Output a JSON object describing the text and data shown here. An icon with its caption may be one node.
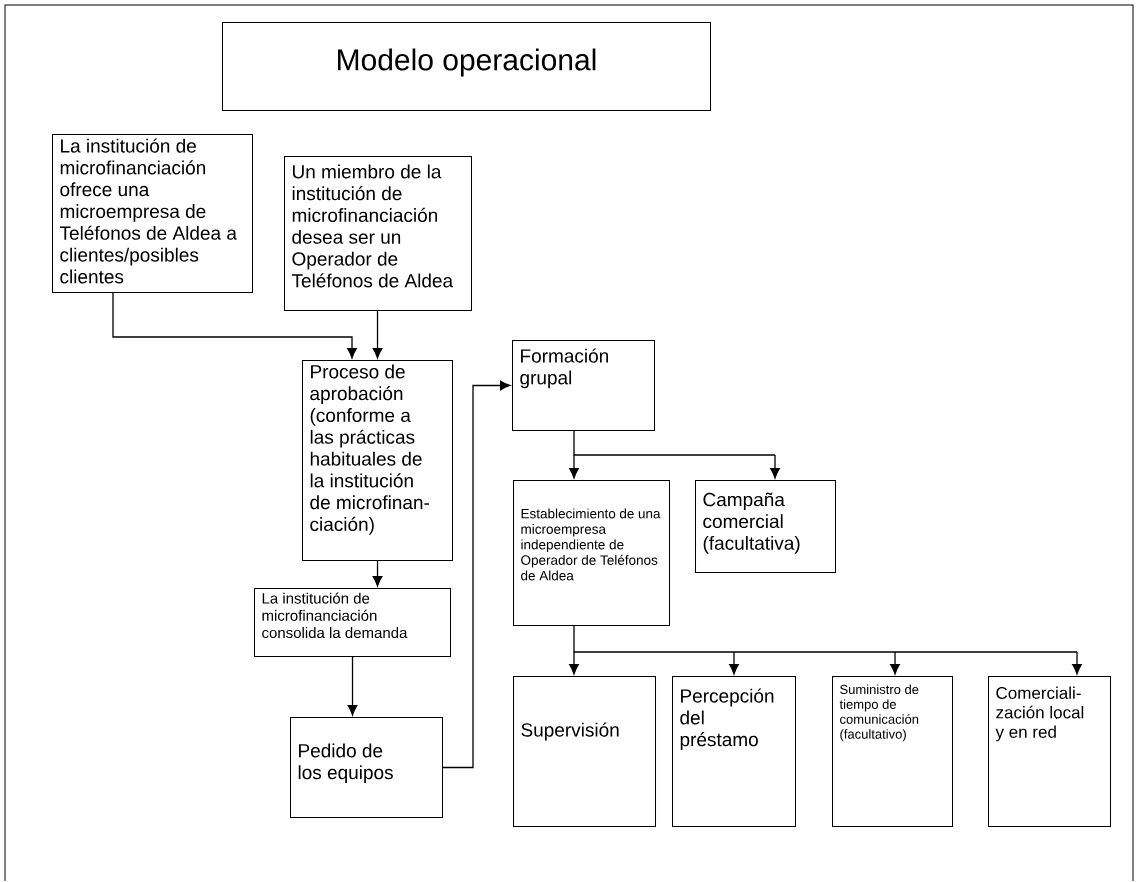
{
  "diagram": {
    "nodes": [
      {
        "text": [
          "Modelo operacional"
        ]
      },
      {
        "text": [
          "La institución de microfinanciación ofrece una microempresa de Teléfonos de Aldea a clientes/posibles clientes"
        ]
      },
      {
        "text": [
          "Un miembro de la institución de microfinanciación desea ser un Operador de Teléfonos de Aldea"
        ]
      },
      {
        "text": [
          "Proceso de aprobación (conforme a las prácticas habituales de la institución de microfinan- ciación)"
        ]
      },
      {
        "text": [
          "La institución de microfinanciación consolida la demanda"
        ]
      },
      {
        "text": [
          "Pedido de los equipos"
        ]
      },
      {
        "text": [
          "Formación grupal"
        ]
      },
      {
        "text": [
          "Establecimiento de una microempresa independiente de Operador de Teléfonos de Aldea"
        ]
      },
      {
        "text": [
          "Campaña comercial (facultativa)"
        ]
      },
      {
        "text": [
          "Supervisión"
        ]
      },
      {
        "text": [
          "Percepción del préstamo"
        ]
      },
      {
        "text": [
          "Suministro de tiempo de comunicación (facultativo)"
        ]
      },
      {
        "text": [
          "Comerciali- zación local y en red"
        ]
      }
    ],
    "edges": [
      {
        "from": 1,
        "to": 3,
        "arrow": "to"
      },
      {
        "from": 2,
        "to": 3,
        "arrow": "to"
      },
      {
        "from": 3,
        "to": 4,
        "arrow": "to"
      },
      {
        "from": 4,
        "to": 5,
        "arrow": "to"
      },
      {
        "from": 5,
        "to": 6,
        "arrow": "to"
      },
      {
        "from": 6,
        "to": 7,
        "arrow": "to"
      },
      {
        "from": 6,
        "to": 8,
        "arrow": "to"
      },
      {
        "from": 7,
        "to": 9,
        "arrow": "to"
      },
      {
        "from": 7,
        "to": 10,
        "arrow": "to"
      },
      {
        "from": 7,
        "to": 11,
        "arrow": "to"
      },
      {
        "from": 7,
        "to": 12,
        "arrow": "to"
      }
    ]
  }
}
